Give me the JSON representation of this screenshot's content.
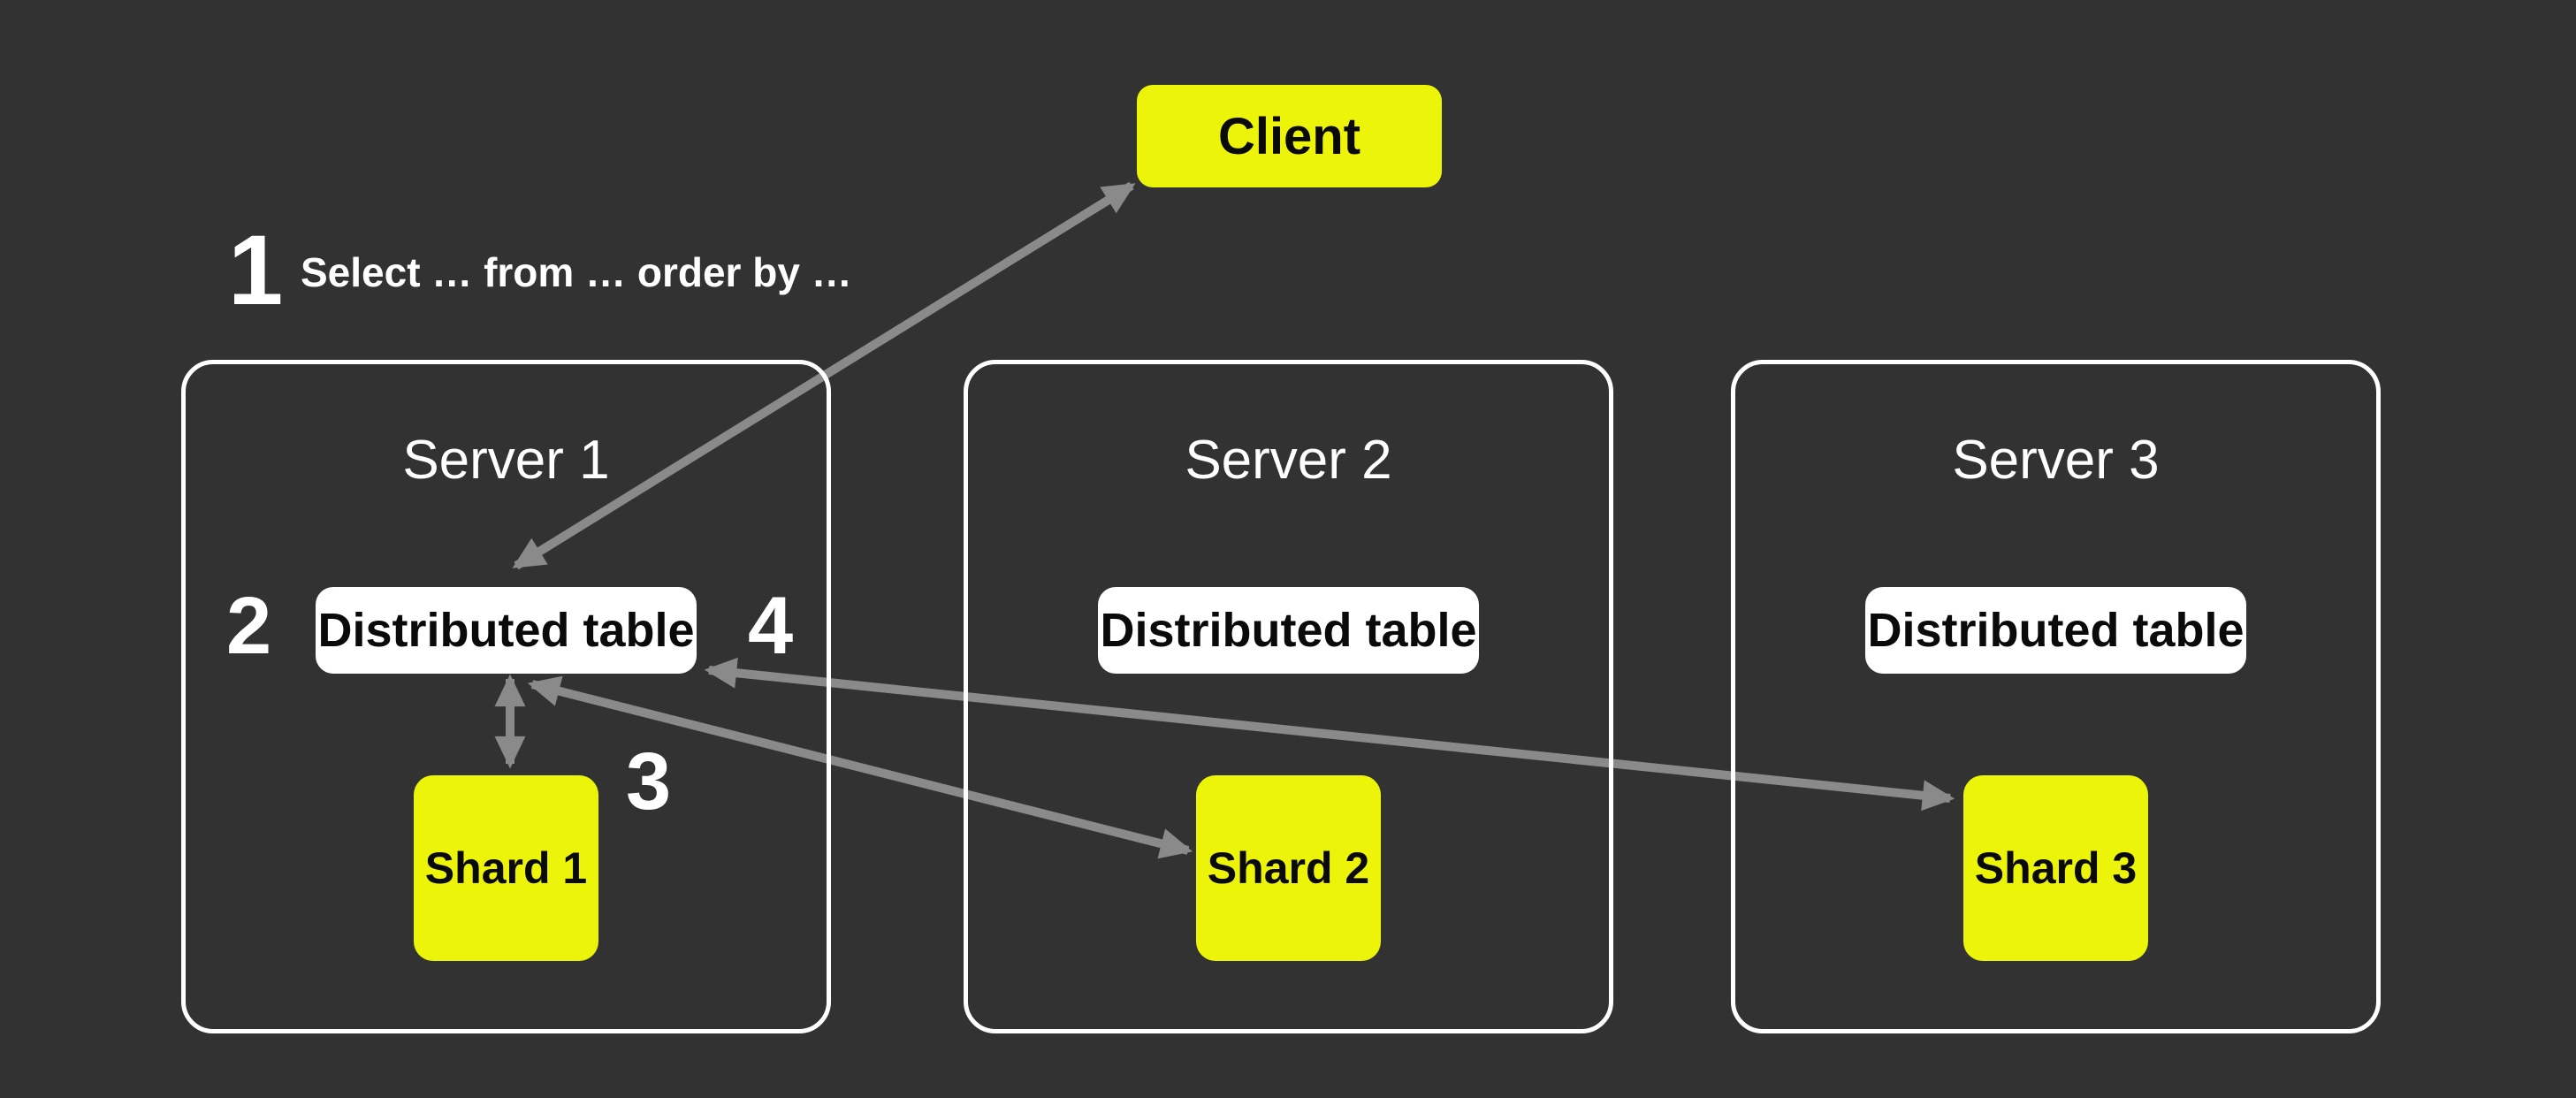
{
  "colors": {
    "background": "#323233",
    "accent_yellow": "#ECF40A",
    "node_white": "#FFFFFF",
    "arrow_gray": "#8A8A8A",
    "text_on_light": "#0A0A0A",
    "text_on_dark": "#FFFFFF"
  },
  "client": {
    "label": "Client"
  },
  "annotations": {
    "step1_number": "1",
    "step1_query": "Select … from … order by …",
    "step2_number": "2",
    "step3_number": "3",
    "step4_number": "4"
  },
  "servers": [
    {
      "title": "Server 1",
      "distributed_table": "Distributed table",
      "shard": "Shard 1"
    },
    {
      "title": "Server 2",
      "distributed_table": "Distributed table",
      "shard": "Shard 2"
    },
    {
      "title": "Server 3",
      "distributed_table": "Distributed table",
      "shard": "Shard 3"
    }
  ],
  "arrows": [
    {
      "from": "Client",
      "to": "Distributed table (Server 1)",
      "style": "double-headed"
    },
    {
      "from": "Distributed table (Server 1)",
      "to": "Shard 1",
      "style": "double-headed"
    },
    {
      "from": "Distributed table (Server 1)",
      "to": "Shard 2",
      "style": "double-headed"
    },
    {
      "from": "Distributed table (Server 1)",
      "to": "Shard 3",
      "style": "double-headed"
    }
  ]
}
